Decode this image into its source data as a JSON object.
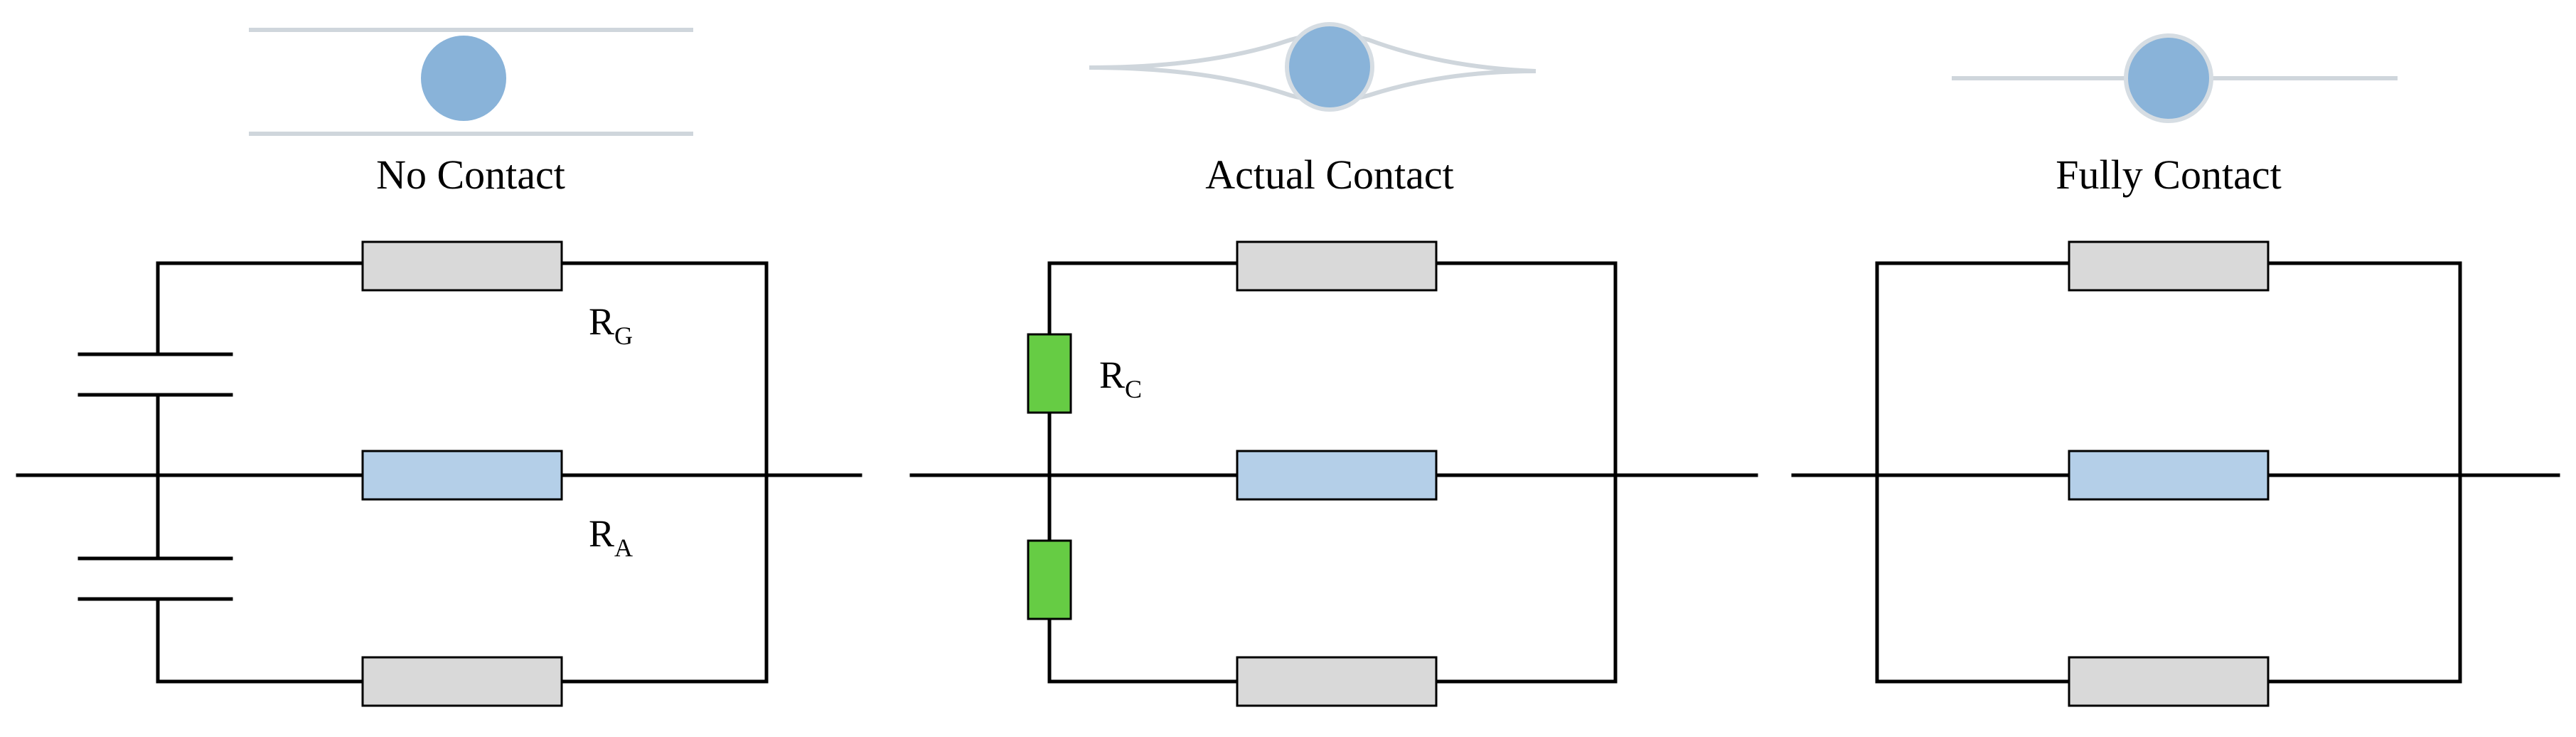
{
  "panels": [
    {
      "caption": "No Contact"
    },
    {
      "caption": "Actual Contact"
    },
    {
      "caption": "Fully Contact"
    }
  ],
  "labels": {
    "r_g": {
      "main": "R",
      "sub": "G"
    },
    "r_a": {
      "main": "R",
      "sub": "A"
    },
    "r_c": {
      "main": "R",
      "sub": "C"
    }
  },
  "colors": {
    "gas_resistor": "#d9d9d9",
    "particle_resistor": "#b4cfe8",
    "contact_resistor": "#66cc44",
    "particle": "#89b3d9",
    "film": "#cfd6dc"
  }
}
